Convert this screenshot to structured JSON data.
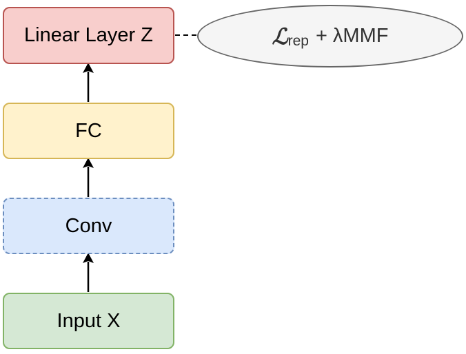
{
  "nodes": {
    "linear_layer": {
      "label": "Linear Layer Z"
    },
    "fc": {
      "label": "FC"
    },
    "conv": {
      "label": "Conv"
    },
    "input": {
      "label": "Input X"
    }
  },
  "loss": {
    "symbol": "ℒ",
    "subscript": "rep",
    "rest": "+ λMMF"
  },
  "colors": {
    "linear_fill": "#f8cecc",
    "linear_stroke": "#b85450",
    "fc_fill": "#fff2cc",
    "fc_stroke": "#d6b656",
    "conv_fill": "#dae8fc",
    "conv_stroke": "#6c8ebf",
    "input_fill": "#d5e8d4",
    "input_stroke": "#82b366",
    "loss_fill": "#f5f5f5",
    "loss_stroke": "#666666"
  }
}
